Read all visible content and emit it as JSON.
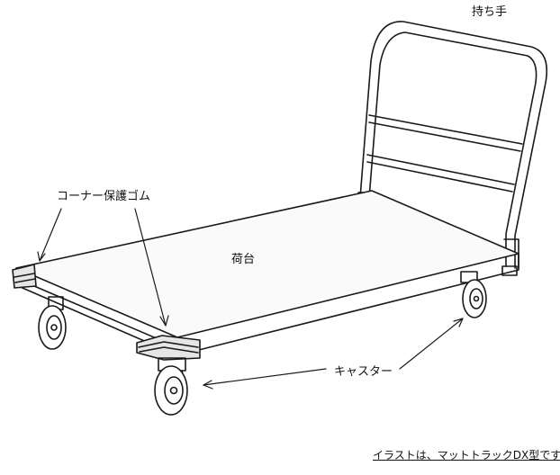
{
  "labels": {
    "handle": "持ち手",
    "corner_guard": "コーナー保護ゴム",
    "deck": "荷台",
    "caster": "キャスター"
  },
  "caption": "イラストは、マットトラックDX型です",
  "colors": {
    "line": "#1a1a1a",
    "paper": "#ffffff"
  }
}
